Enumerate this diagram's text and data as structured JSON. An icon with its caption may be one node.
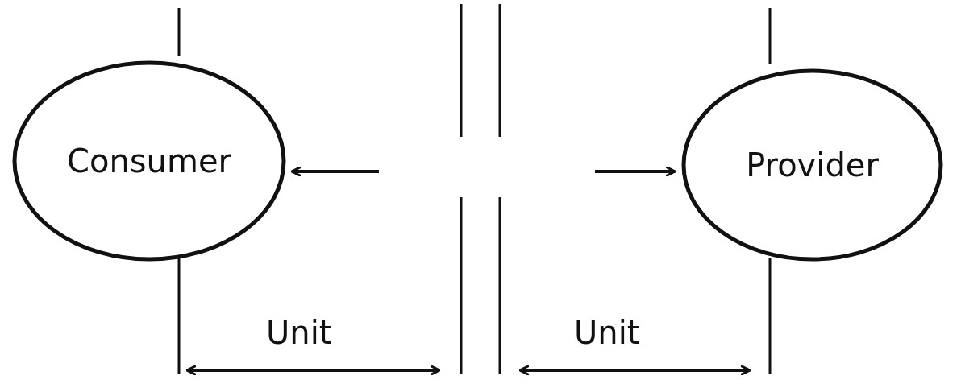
{
  "diagram": {
    "nodes": [
      {
        "text": [
          "Consumer"
        ]
      },
      {
        "text": [
          "Provider"
        ]
      }
    ],
    "edges": [
      {
        "from": null,
        "to": 0,
        "arrow": "to"
      },
      {
        "from": null,
        "to": 1,
        "arrow": "to"
      }
    ],
    "labels": [
      "Unit",
      "Unit"
    ]
  }
}
